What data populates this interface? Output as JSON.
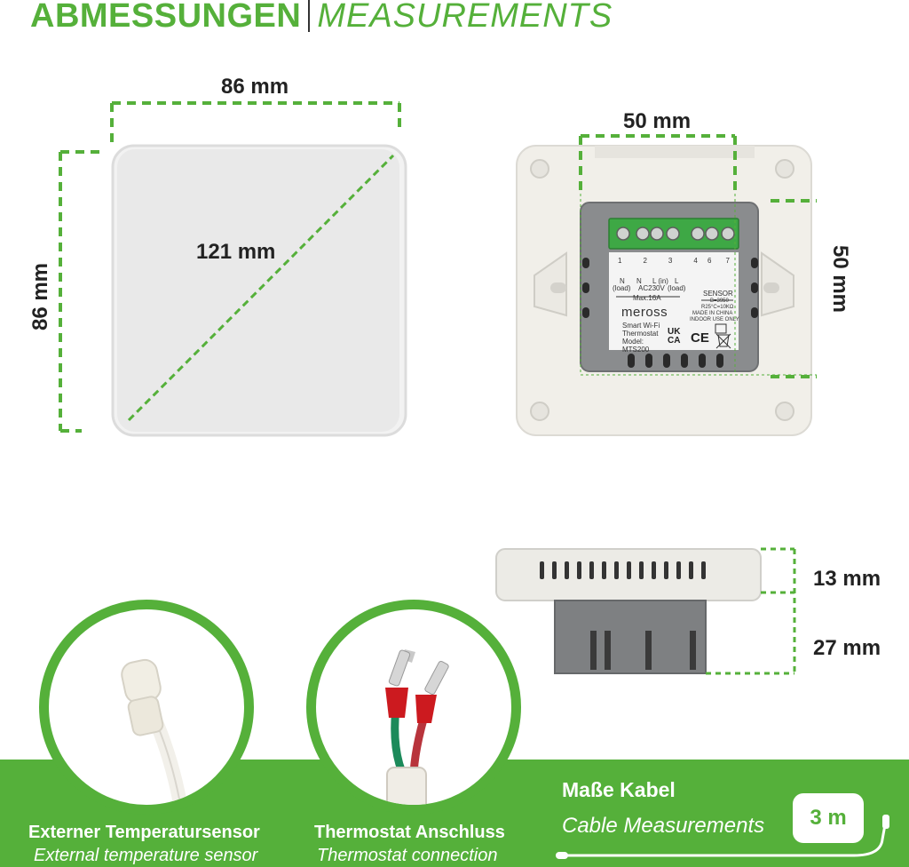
{
  "title": {
    "german": "ABMESSUNGEN",
    "english": "MEASUREMENTS"
  },
  "front_view": {
    "width": "86 mm",
    "height": "86 mm",
    "diagonal": "121 mm"
  },
  "back_view": {
    "module_width": "50 mm",
    "module_height": "50 mm",
    "label": {
      "terminals": [
        "1",
        "2",
        "3",
        "4",
        "6",
        "7"
      ],
      "terminal_texts": [
        "N",
        "N",
        "L (in)",
        "L",
        "SENSOR"
      ],
      "load_left": "(load)",
      "load_right": "(load)",
      "voltage": "AC230V",
      "max_current": "Max.16A",
      "sensor_spec_1": "B=3950",
      "sensor_spec_2": "R25°C=10KΩ",
      "made_in": "MADE IN CHINA",
      "indoor": "INDOOR USE ONLY",
      "brand": "meross",
      "product_line1": "Smart Wi-Fi",
      "product_line2": "Thermostat",
      "model_label": "Model:",
      "model": "MTS200",
      "mark_ukca": "UK CA",
      "mark_ce": "CE"
    }
  },
  "side_view": {
    "depth_top": "13 mm",
    "depth_bottom": "27 mm"
  },
  "sensor": {
    "caption_de": "Externer Temperatursensor",
    "caption_en": "External temperature sensor"
  },
  "connection": {
    "caption_de": "Thermostat Anschluss",
    "caption_en": "Thermostat connection"
  },
  "cable": {
    "title_de": "Maße Kabel",
    "title_en": "Cable Measurements",
    "length": "3 m"
  },
  "colors": {
    "accent": "#55b03a",
    "device_white": "#e9e9e9",
    "module_gray": "#8a8c8e"
  }
}
